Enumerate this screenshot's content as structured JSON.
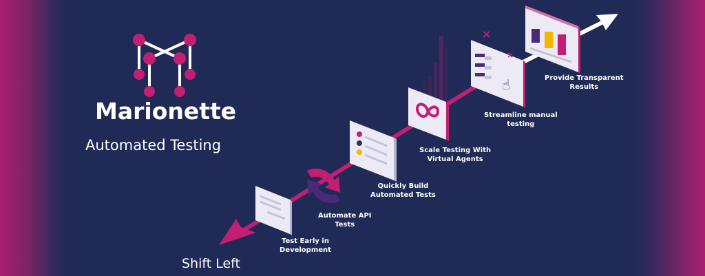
{
  "brand": {
    "name": "Marionette",
    "tagline": "Automated Testing",
    "logo_icon": "marionette-m-logo-icon"
  },
  "timeline": {
    "left_arrow_label": "Shift Left",
    "steps": [
      {
        "label_line1": "Test Early in",
        "label_line2": "Development",
        "icon": "document-card-icon"
      },
      {
        "label_line1": "Automate API",
        "label_line2": "Tests",
        "icon": "refresh-cycle-icon"
      },
      {
        "label_line1": "Quickly Build",
        "label_line2": "Automated Tests",
        "icon": "checklist-card-icon"
      },
      {
        "label_line1": "Scale Testing With",
        "label_line2": "Virtual Agents",
        "icon": "infinity-card-icon"
      },
      {
        "label_line1": "Streamline manual",
        "label_line2": "testing",
        "icon": "pointer-hand-card-icon"
      },
      {
        "label_line1": "Provide Transparent",
        "label_line2": "Results",
        "icon": "bar-chart-card-icon"
      }
    ]
  },
  "colors": {
    "background": "#1f2a56",
    "magenta": "#c21f72",
    "purple": "#4a2a78",
    "yellow": "#f5b800",
    "card": "#ecebf5",
    "white": "#ffffff"
  }
}
